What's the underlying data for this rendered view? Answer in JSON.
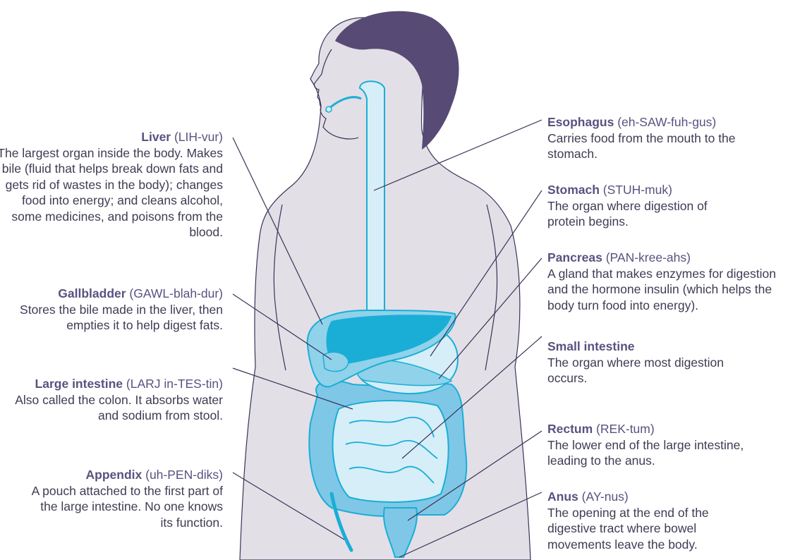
{
  "colors": {
    "hair": "#574a75",
    "skin": "#e3dfe7",
    "outline": "#3a3357",
    "organ_light": "#d6eef8",
    "organ_mid": "#8fd2ea",
    "organ_dark": "#1aaed6",
    "intestine": "#7fc7e6",
    "text_heading": "#575380",
    "text_body": "#3d3d55"
  },
  "labels": {
    "liver": {
      "term": "Liver",
      "pron": " (LIH-vur)",
      "desc": "The largest organ inside the body. Makes bile (fluid that helps break down fats and gets rid of wastes in the body); changes food into energy; and cleans alcohol, some medicines, and poisons from the blood."
    },
    "gallbladder": {
      "term": "Gallbladder",
      "pron": " (GAWL-blah-dur)",
      "desc": "Stores the bile made in the liver, then empties it to help digest fats."
    },
    "large_intestine": {
      "term": "Large intestine",
      "pron": " (LARJ in-TES-tin)",
      "desc": "Also called the colon. It absorbs water and sodium from stool."
    },
    "appendix": {
      "term": "Appendix",
      "pron": " (uh-PEN-diks)",
      "desc": "A pouch attached to the first part of the large intestine. No one knows its function."
    },
    "esophagus": {
      "term": "Esophagus",
      "pron": " (eh-SAW-fuh-gus)",
      "desc": "Carries food from the mouth to the stomach."
    },
    "stomach": {
      "term": "Stomach",
      "pron": " (STUH-muk)",
      "desc": "The organ where digestion of protein begins."
    },
    "pancreas": {
      "term": "Pancreas",
      "pron": " (PAN-kree-ahs)",
      "desc": "A gland that makes enzymes for digestion and the hormone insulin (which helps the body turn food into energy)."
    },
    "small_intestine": {
      "term": "Small intestine",
      "pron": "",
      "desc": "The organ where most digestion occurs."
    },
    "rectum": {
      "term": "Rectum",
      "pron": " (REK-tum)",
      "desc": "The lower end of the large intestine, leading to the anus."
    },
    "anus": {
      "term": "Anus",
      "pron": " (AY-nus)",
      "desc": "The opening at the end of the digestive tract where bowel movements leave the body."
    }
  }
}
